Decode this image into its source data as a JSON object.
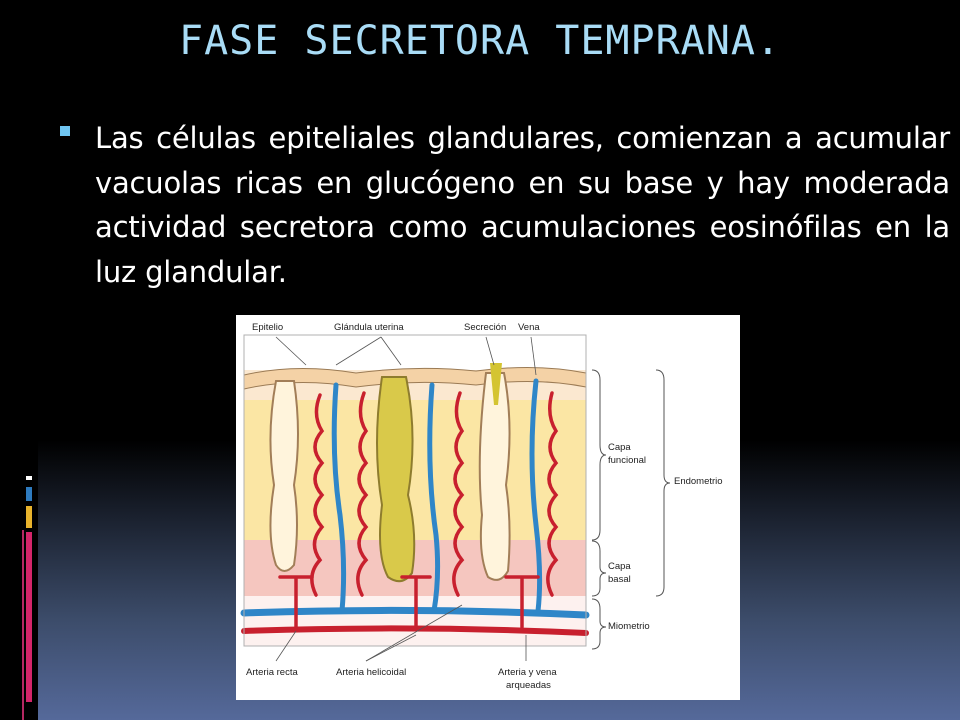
{
  "slide": {
    "title": "FASE SECRETORA TEMPRANA.",
    "bullets": [
      "Las células epiteliales glandulares, comienzan a acumular vacuolas ricas en glucógeno en su base y hay moderada actividad secretora como acumulaciones eosinófilas en la luz glandular."
    ]
  },
  "figure": {
    "labels": {
      "epitelio": "Epitelio",
      "glandula": "Glándula uterina",
      "secrecion": "Secreción",
      "vena": "Vena",
      "capa_funcional_1": "Capa",
      "capa_funcional_2": "funcional",
      "endometrio": "Endometrio",
      "capa_basal_1": "Capa",
      "capa_basal_2": "basal",
      "miometrio": "Miometrio",
      "arteria_recta": "Arteria recta",
      "arteria_helicoidal": "Arteria helicoidal",
      "arteria_vena_1": "Arteria y vena",
      "arteria_vena_2": "arqueadas"
    }
  },
  "colors": {
    "title": "#a9dcf6",
    "bullet": "#6fc5f1",
    "artery": "#c8202e",
    "vein": "#2f86c8",
    "secretion": "#d4c431",
    "functional_layer": "#fbe6a4",
    "basal_layer": "#f5c6bf"
  }
}
